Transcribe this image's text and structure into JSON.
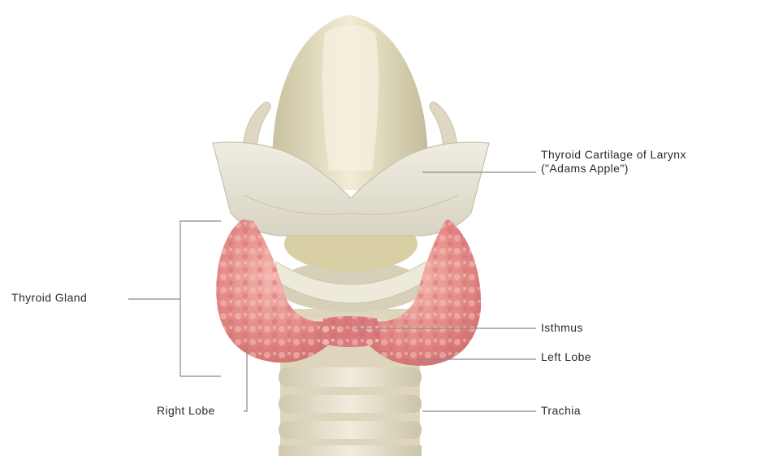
{
  "labels": {
    "thyroid_cartilage_line1": "Thyroid Cartilage of Larynx",
    "thyroid_cartilage_line2": "(\"Adams Apple\")",
    "thyroid_gland": "Thyroid Gland",
    "isthmus": "Isthmus",
    "left_lobe": "Left Lobe",
    "right_lobe": "Right Lobe",
    "trachia": "Trachia"
  },
  "colors": {
    "background": "#ffffff",
    "cartilage": "#e6e0c8",
    "thyroid_tissue": "#e48a88",
    "thyroid_highlight": "#f2b2ac",
    "trachea_ring": "#e2dcc4",
    "leader_line": "#8a8a8a",
    "label_text": "#2b2b2b"
  }
}
